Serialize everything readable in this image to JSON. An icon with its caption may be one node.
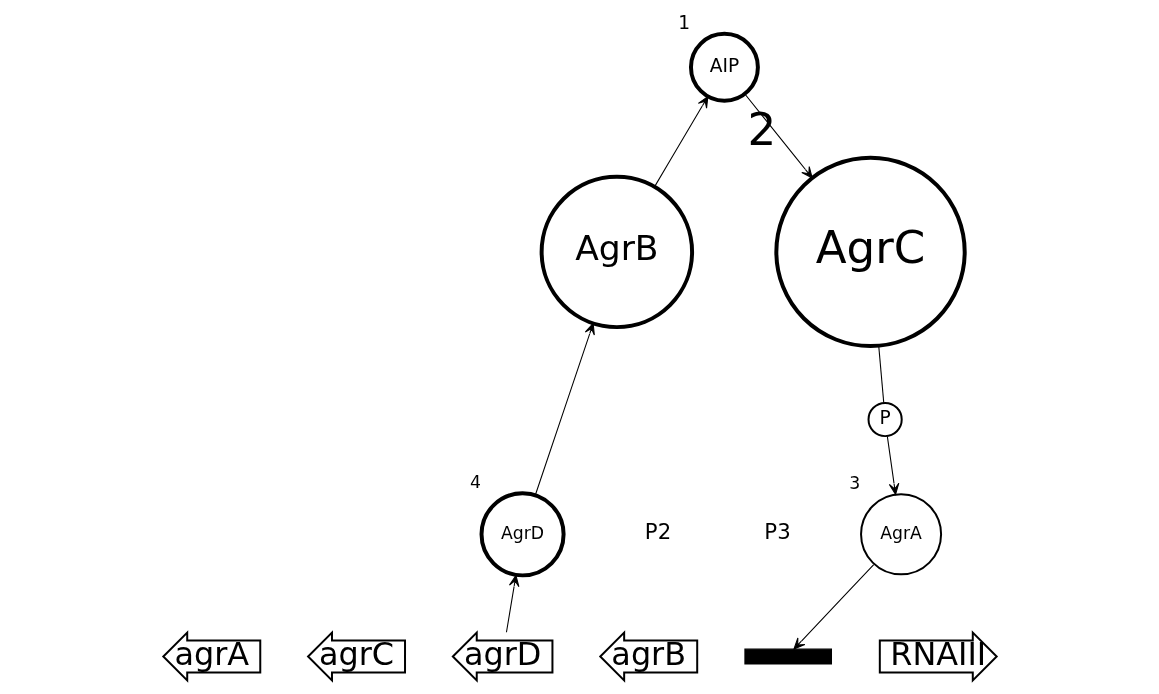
{
  "diagram": {
    "nodes": [
      {
        "text": [
          "AIP"
        ],
        "beside": [
          "1"
        ]
      },
      {
        "text": [
          "AgrB"
        ]
      },
      {
        "text": [
          "AgrC"
        ],
        "beside": [
          "2"
        ]
      },
      {
        "text": [
          "P"
        ]
      },
      {
        "text": [
          "AgrD"
        ],
        "beside": [
          "4"
        ]
      },
      {
        "text": [
          "AgrA"
        ],
        "beside": [
          "3"
        ]
      },
      {
        "text": [
          "agrA"
        ]
      },
      {
        "text": [
          "agrC"
        ]
      },
      {
        "text": [
          "agrD"
        ]
      },
      {
        "text": [
          "agrB"
        ]
      },
      {
        "text": [],
        "shape": "bar"
      },
      {
        "text": [
          "RNAIII"
        ]
      }
    ],
    "edges": [
      {
        "from": 1,
        "to": 0,
        "arrow": "to"
      },
      {
        "from": 0,
        "to": 2,
        "arrow": "to"
      },
      {
        "from": 2,
        "to": 3,
        "arrow": "none"
      },
      {
        "from": 3,
        "to": 5,
        "arrow": "to"
      },
      {
        "from": 5,
        "to": 10,
        "arrow": "to"
      },
      {
        "from": 8,
        "to": 4,
        "arrow": "to"
      },
      {
        "from": 4,
        "to": 1,
        "arrow": "to"
      }
    ],
    "labels": [
      "P2",
      "P3"
    ]
  }
}
